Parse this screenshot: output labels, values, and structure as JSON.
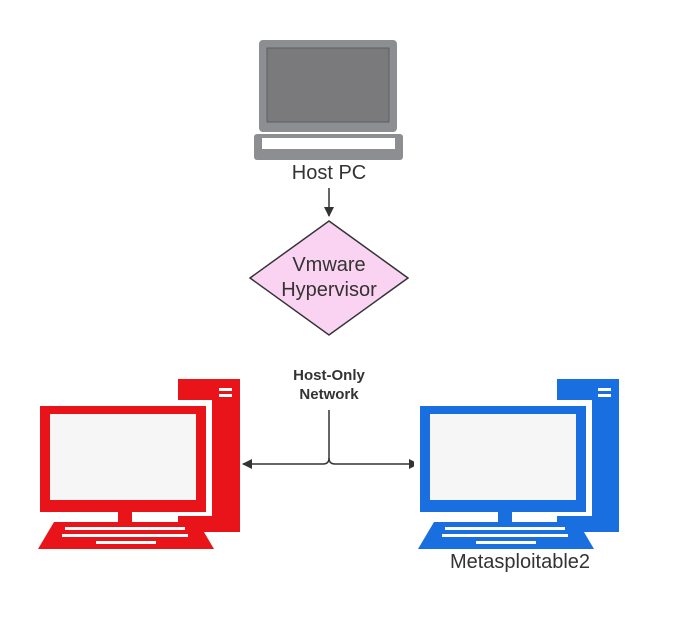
{
  "diagram": {
    "nodes": {
      "host_pc": {
        "label": "Host PC",
        "shape": "laptop-icon",
        "color": "#8c8e92"
      },
      "hypervisor": {
        "label_line1": "Vmware",
        "label_line2": "Hypervisor",
        "shape": "diamond",
        "fill": "#fbd3f2",
        "stroke": "#333333"
      },
      "attacker": {
        "label": "",
        "shape": "desktop-computer-icon",
        "color": "#e8141a"
      },
      "target": {
        "label": "Metasploitable2",
        "shape": "desktop-computer-icon",
        "color": "#1a6fe0"
      }
    },
    "network": {
      "label_line1": "Host-Only",
      "label_line2": "Network"
    },
    "edges": [
      {
        "from": "host_pc",
        "to": "hypervisor",
        "arrow": "end"
      },
      {
        "from": "hypervisor",
        "to": "attacker",
        "arrow": "end",
        "via": "network"
      },
      {
        "from": "hypervisor",
        "to": "target",
        "arrow": "end",
        "via": "network"
      }
    ]
  }
}
